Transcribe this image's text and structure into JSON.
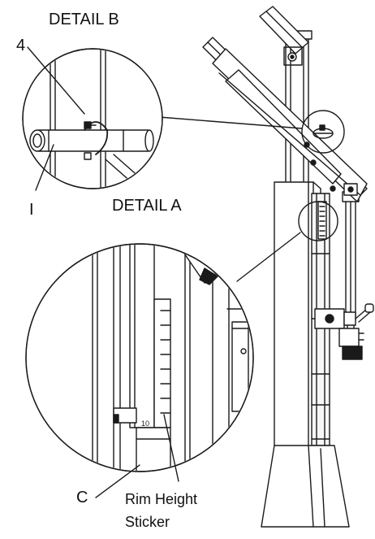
{
  "labels": {
    "detail_b": "DETAIL B",
    "detail_a": "DETAIL A",
    "callout_4": "4",
    "callout_i": "I",
    "callout_c": "C",
    "sticker_line1": "Rim Height",
    "sticker_line2": "Sticker",
    "scale_number": "10"
  },
  "colors": {
    "line": "#1a1a1a",
    "fill_light": "#f2f2f2",
    "fill_mid": "#d9d9d9",
    "background": "#ffffff"
  }
}
